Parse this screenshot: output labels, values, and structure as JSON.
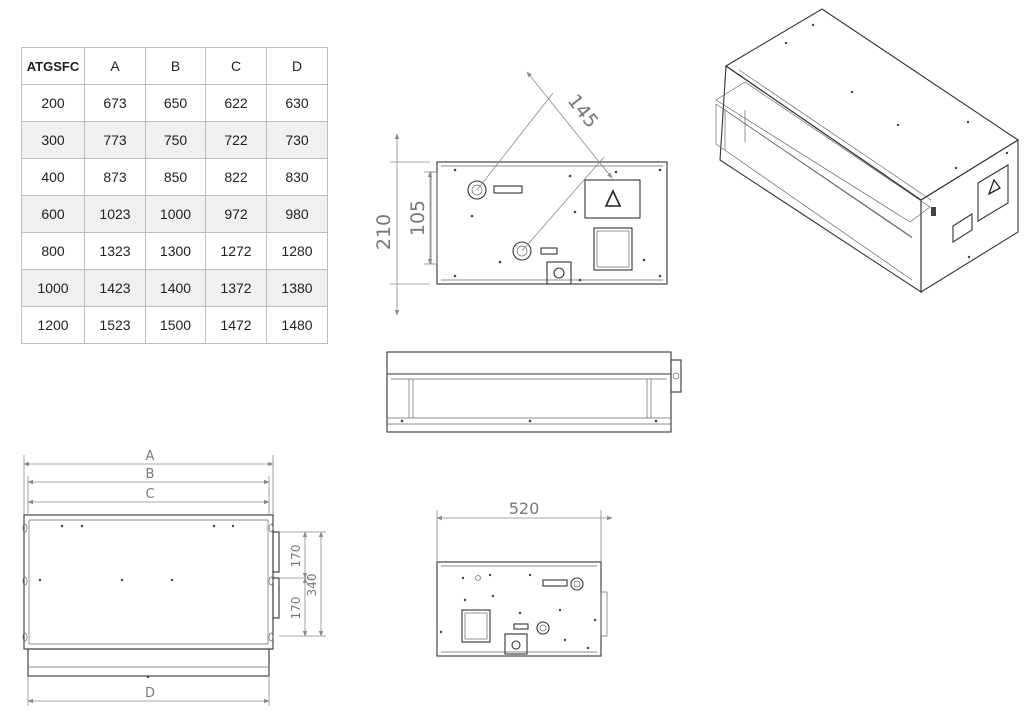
{
  "table": {
    "headers": [
      "ATGSFC",
      "A",
      "B",
      "C",
      "D"
    ],
    "rows": [
      [
        "200",
        "673",
        "650",
        "622",
        "630"
      ],
      [
        "300",
        "773",
        "750",
        "722",
        "730"
      ],
      [
        "400",
        "873",
        "850",
        "822",
        "830"
      ],
      [
        "600",
        "1023",
        "1000",
        "972",
        "980"
      ],
      [
        "800",
        "1323",
        "1300",
        "1272",
        "1280"
      ],
      [
        "1000",
        "1423",
        "1400",
        "1372",
        "1380"
      ],
      [
        "1200",
        "1523",
        "1500",
        "1472",
        "1480"
      ]
    ]
  },
  "dimensions": {
    "side_height": "210",
    "side_inner_height": "105",
    "side_diagonal": "145",
    "front_a": "A",
    "front_b": "B",
    "front_c": "C",
    "front_d": "D",
    "front_upper": "170",
    "front_lower": "170",
    "front_total": "340",
    "bottom_width": "520"
  }
}
